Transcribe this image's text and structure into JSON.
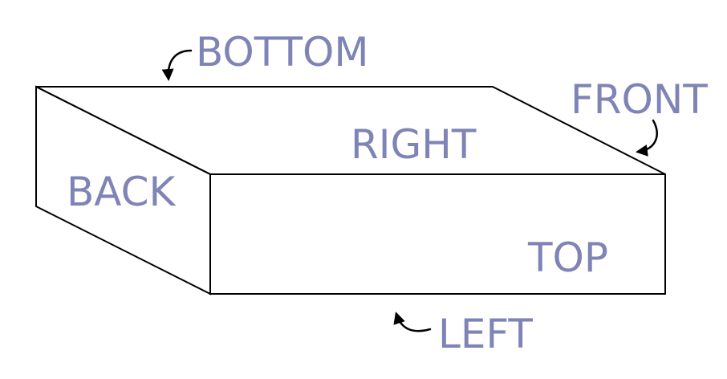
{
  "colors": {
    "label": "#7f84b6",
    "line": "#000000",
    "background": "#ffffff"
  },
  "faces": {
    "bottom": "BOTTOM",
    "front": "FRONT",
    "right": "RIGHT",
    "back": "BACK",
    "top": "TOP",
    "left": "LEFT"
  }
}
